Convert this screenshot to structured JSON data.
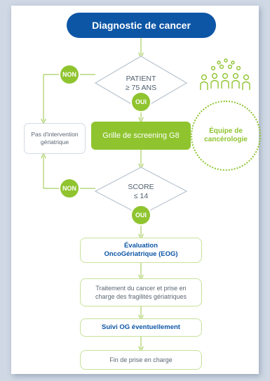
{
  "title": "Diagnostic de cancer",
  "decision1": {
    "line1": "PATIENT",
    "line2": "≥ 75 ANS"
  },
  "decision2": {
    "line1": "SCORE",
    "line2": "≤ 14"
  },
  "badges": {
    "non": "NON",
    "oui": "OUI"
  },
  "no_intervention": "Pas d'intervention gériatrique",
  "screening": "Grille de screening G8",
  "team": "Équipe de cancérologie",
  "steps": [
    "Évaluation OncoGériatrique (EOG)",
    "Traitement du cancer et prise en charge des fragilités gériatriques",
    "Suivi OG éventuellement",
    "Fin de prise en charge"
  ],
  "colors": {
    "blue": "#0d56a6",
    "green": "#8fc42f"
  },
  "icons": [
    "people-group-icon"
  ]
}
